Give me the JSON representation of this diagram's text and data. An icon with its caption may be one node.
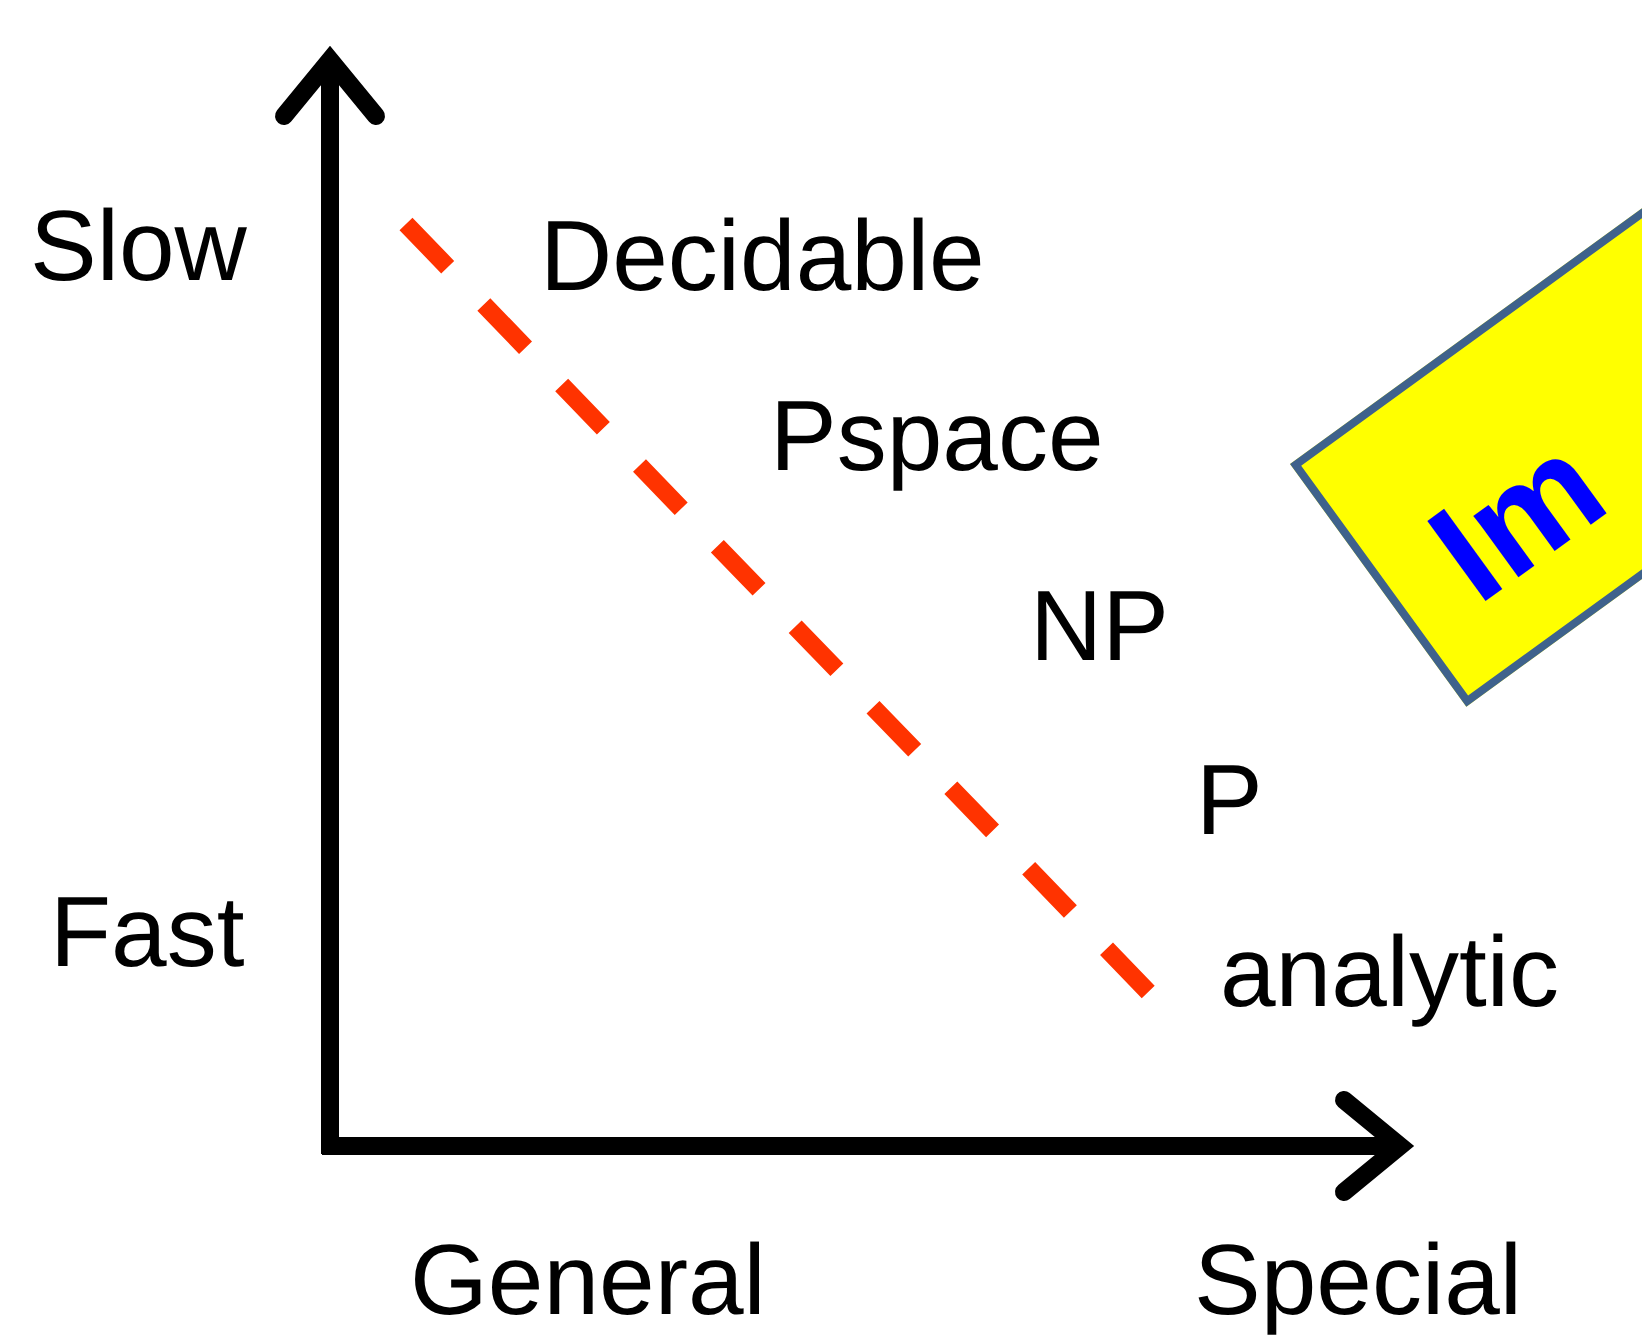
{
  "diagram": {
    "nodes": [
      {
        "text": [
          "Im"
        ]
      }
    ],
    "edges": [],
    "labels": [
      "Slow",
      "Decidable",
      "Pspace",
      "NP",
      "P",
      "Fast",
      "analytic",
      "General",
      "Special"
    ]
  }
}
